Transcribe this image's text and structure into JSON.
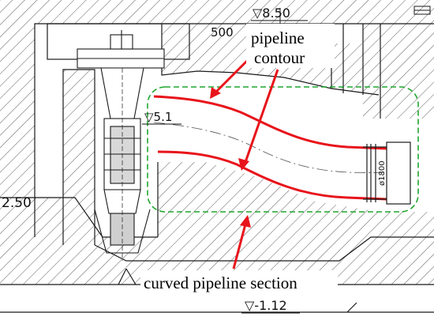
{
  "dimension_labels": {
    "top_elevation": "▽8.50",
    "slab_width": "500",
    "water_level": "▽5.1",
    "left_elevation": "2.50",
    "pipe_diameter": "ø1800",
    "bottom_elevation": "▽-1.12"
  },
  "annotations": {
    "pipeline_contour_line1": "pipeline",
    "pipeline_contour_line2": "contour",
    "curved_section": "curved pipeline section"
  },
  "colors": {
    "contour_red": "#e8141b",
    "highlight_green": "#1fa62e",
    "linework": "#1a1a1a"
  }
}
